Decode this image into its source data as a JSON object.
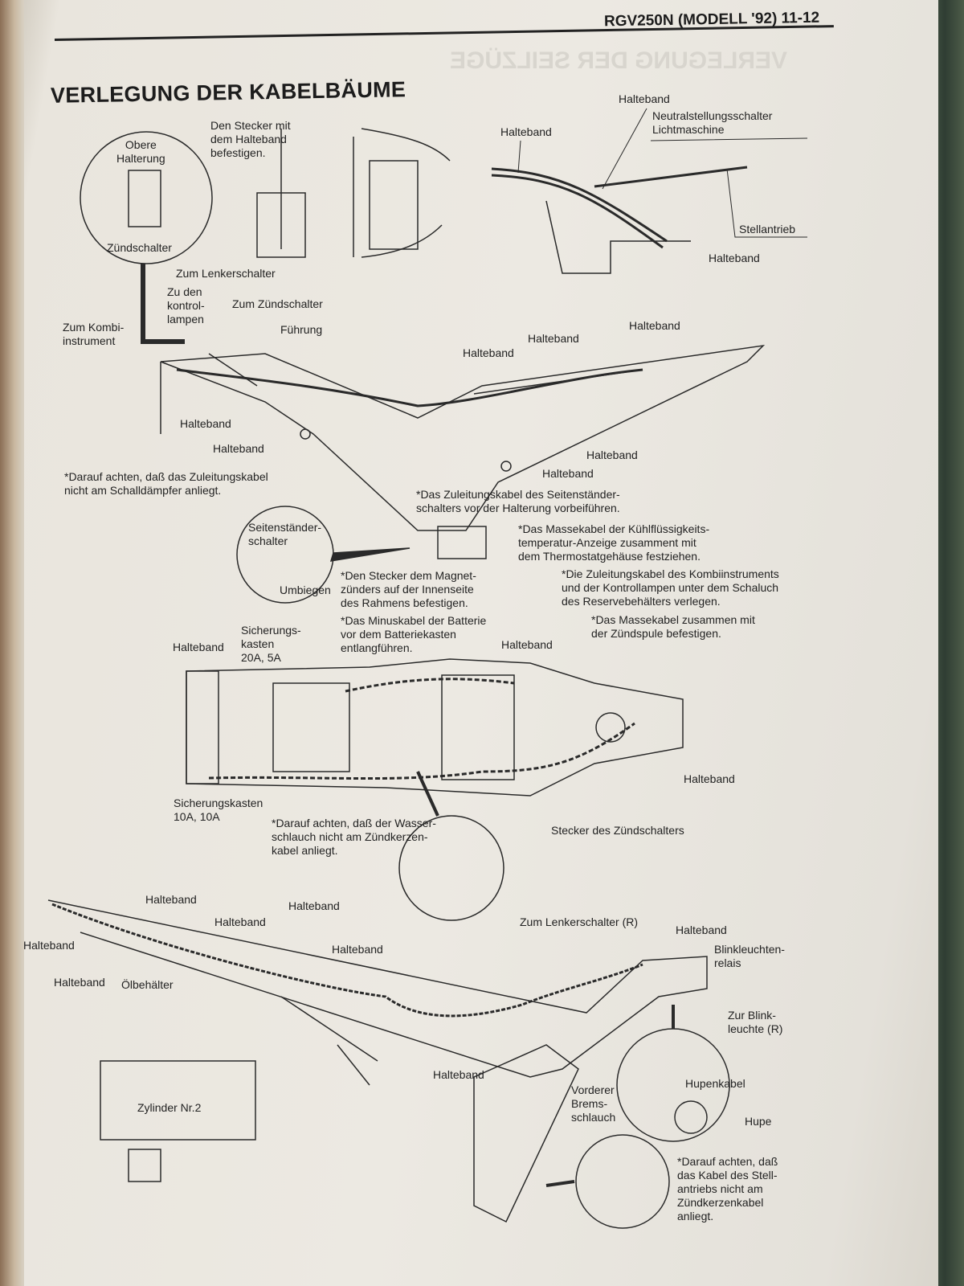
{
  "header": {
    "page_ref": "RGV250N (MODELL '92) 11-12"
  },
  "title": "VERLEGUNG DER KABELBÄUME",
  "show_through_text": "VERLEGUNG DER SEILZÜGE",
  "labels": [
    "Den Stecker mit\ndem Halteband\nbefestigen.",
    "Obere\nHalterung",
    "Zündschalter",
    "Halteband",
    "Halteband",
    "Neutralstellungsschalter\nLichtmaschine",
    "Stellantrieb",
    "Halteband",
    "Zum Lenkerschalter",
    "Zu den\nkontrol-\nlampen",
    "Zum Zündschalter",
    "Zum Kombi-\ninstrument",
    "Führung",
    "Halteband",
    "Halteband",
    "Halteband",
    "Halteband",
    "Halteband",
    "Halteband",
    "Halteband",
    "*Darauf achten, daß das Zuleitungskabel\nnicht am Schalldämpfer anliegt.",
    "*Das Zuleitungskabel des Seitenständer-\nschalters vor der Halterung vorbeiführen.",
    "Seitenständer-\nschalter",
    "*Das Massekabel der Kühlflüssigkeits-\ntemperatur-Anzeige zusamment mit\ndem Thermostatgehäuse festziehen.",
    "Umbiegen",
    "*Den Stecker dem Magnet-\nzünders auf der Innenseite\ndes Rahmens befestigen.",
    "*Die Zuleitungskabel des Kombiinstruments\nund der Kontrollampen unter dem Schaluch\ndes Reservebehälters verlegen.",
    "*Das Minuskabel der Batterie\nvor dem Batteriekasten\nentlangführen.",
    "*Das Massekabel zusammen mit\nder Zündspule befestigen.",
    "Sicherungs-\nkasten\n20A, 5A",
    "Halteband",
    "Halteband",
    "Halteband",
    "Sicherungskasten\n10A, 10A",
    "*Darauf achten, daß der Wasser-\nschlauch nicht am Zündkerzen-\nkabel anliegt.",
    "Stecker des Zündschalters",
    "Halteband",
    "Halteband",
    "Halteband",
    "Zum Lenkerschalter (R)",
    "Halteband",
    "Halteband",
    "Halteband",
    "Blinkleuchten-\nrelais",
    "Halteband",
    "Ölbehälter",
    "Zur Blink-\nleuchte (R)",
    "Halteband",
    "Hupenkabel",
    "Vorderer\nBrems-\nschlauch",
    "Zylinder Nr.2",
    "Hupe",
    "*Darauf achten, daß\ndas Kabel des Stell-\nantriebs nicht am\nZündkerzenkabel\nanliegt."
  ]
}
